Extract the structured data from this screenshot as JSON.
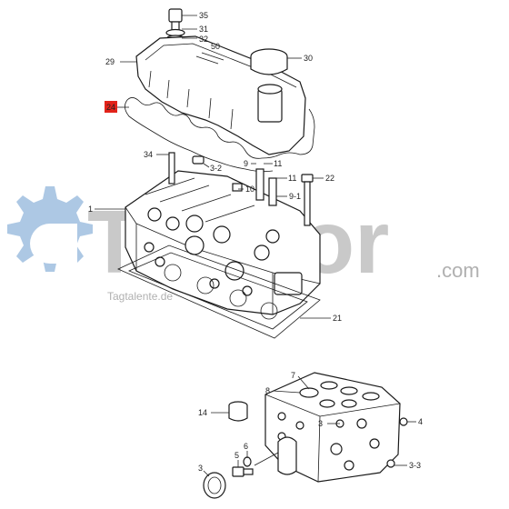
{
  "watermark": {
    "brand": "Traktor",
    "domain": ".com",
    "tagline": "Tagtalente.de",
    "gear_color": "#9fbfe0",
    "text_color": "#c9c9c9"
  },
  "highlight": {
    "label": "24",
    "color": "#e2231a"
  },
  "callouts": {
    "c35": "35",
    "c31": "31",
    "c32": "32",
    "c50": "50",
    "c29": "29",
    "c30": "30",
    "c34": "34",
    "c3_2": "3-2",
    "c9": "9",
    "c11a": "11",
    "c11b": "11",
    "c22": "22",
    "c10": "10",
    "c9_1": "9-1",
    "c1": "1",
    "c21": "21",
    "c7": "7",
    "c8": "8",
    "c14": "14",
    "c3a": "3",
    "c4": "4",
    "c5": "5",
    "c6": "6",
    "c3b": "3",
    "c3_3": "3-3"
  }
}
